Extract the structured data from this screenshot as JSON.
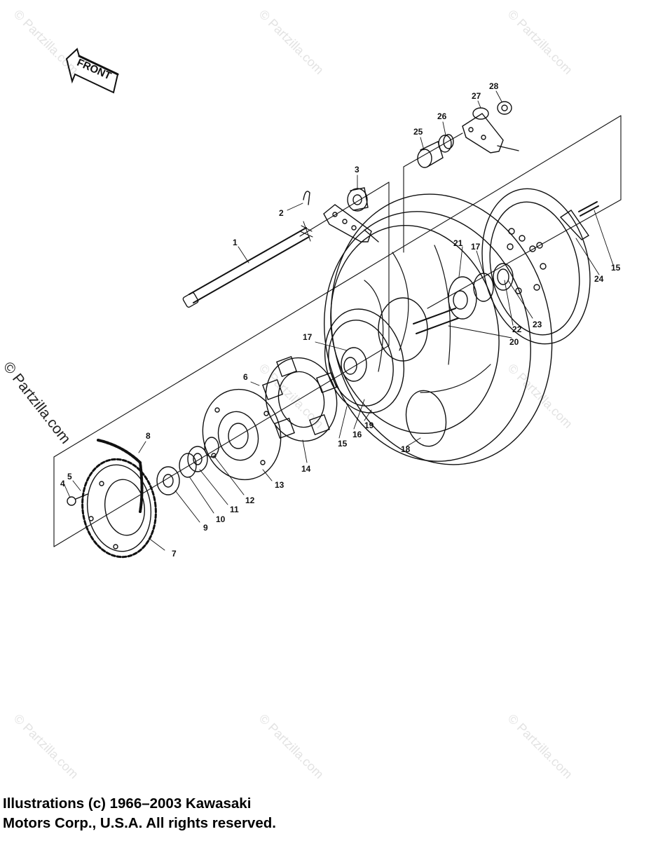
{
  "figure": {
    "direction_label": "FRONT",
    "watermark": "© Partzilla.com",
    "copyright_line1": "Illustrations (c) 1966–2003 Kawasaki",
    "copyright_line2": "Motors Corp., U.S.A.  All rights reserved.",
    "callouts": [
      "1",
      "2",
      "3",
      "4",
      "5",
      "6",
      "7",
      "8",
      "9",
      "10",
      "11",
      "12",
      "13",
      "14",
      "15",
      "15",
      "16",
      "17",
      "17",
      "18",
      "19",
      "20",
      "21",
      "22",
      "23",
      "24",
      "25",
      "26",
      "27",
      "28"
    ]
  }
}
